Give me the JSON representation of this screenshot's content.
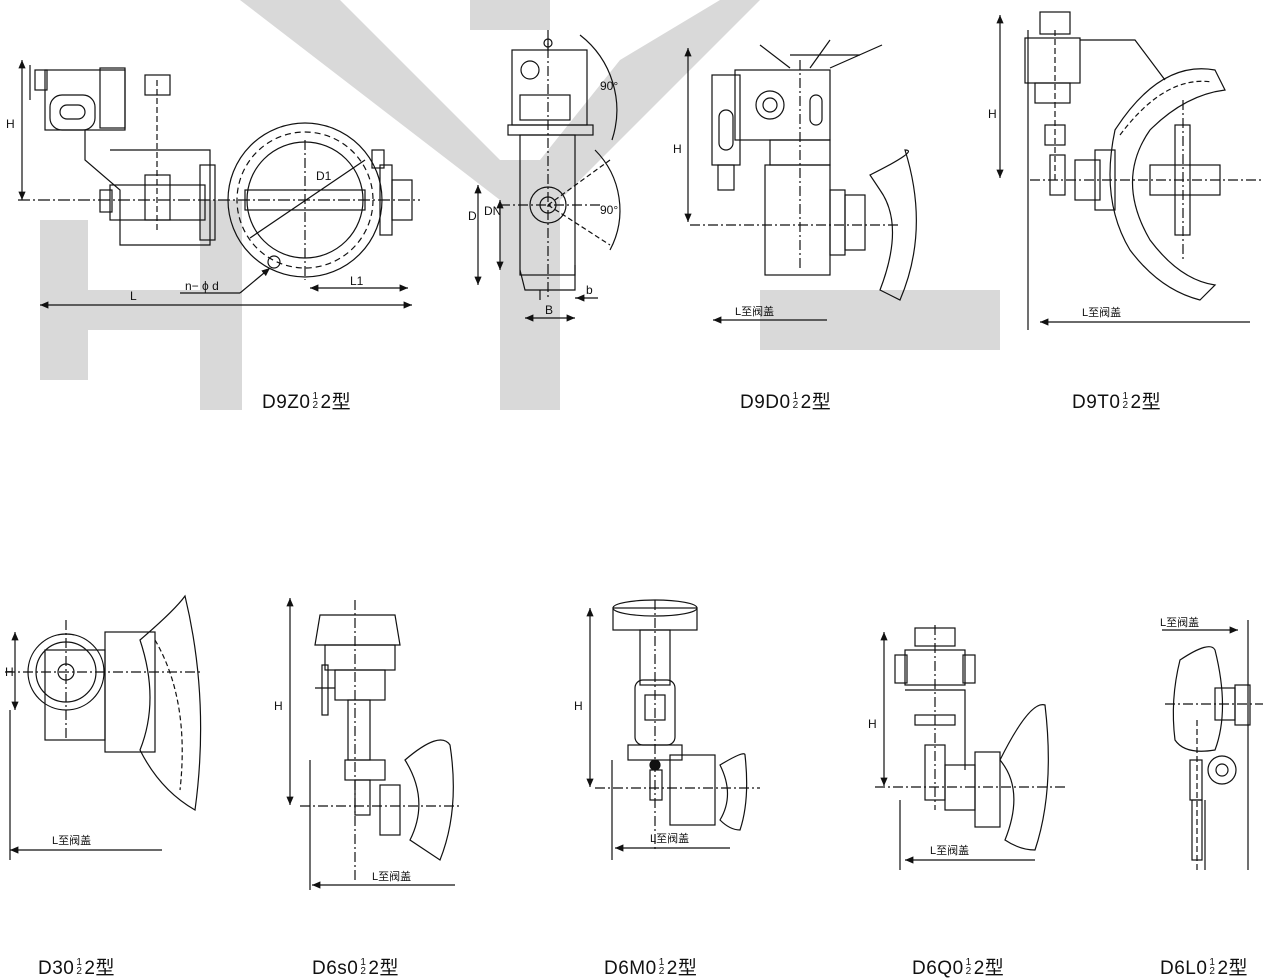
{
  "watermark": {
    "color": "#d9d9d9"
  },
  "labels": {
    "H": "H",
    "D1": "D1",
    "D": "D",
    "DN": "DN",
    "L": "L",
    "L1": "L1",
    "n_phi_d": "n− ϕ d",
    "B": "B",
    "b": "b",
    "deg90": "90°",
    "l_to_cover": "L至阀盖"
  },
  "captions": [
    {
      "prefix": "D9Z0",
      "num": "1",
      "den": "2",
      "suffix": "2型"
    },
    {
      "prefix": "D9D0",
      "num": "1",
      "den": "2",
      "suffix": "2型"
    },
    {
      "prefix": "D9T0",
      "num": "1",
      "den": "2",
      "suffix": "2型"
    },
    {
      "prefix": "D30",
      "num": "1",
      "den": "2",
      "suffix": "2型"
    },
    {
      "prefix": "D6s0",
      "num": "1",
      "den": "2",
      "suffix": "2型"
    },
    {
      "prefix": "D6M0",
      "num": "1",
      "den": "2",
      "suffix": "2型"
    },
    {
      "prefix": "D6Q0",
      "num": "1",
      "den": "2",
      "suffix": "2型"
    },
    {
      "prefix": "D6L0",
      "num": "1",
      "den": "2",
      "suffix": "2型"
    }
  ]
}
